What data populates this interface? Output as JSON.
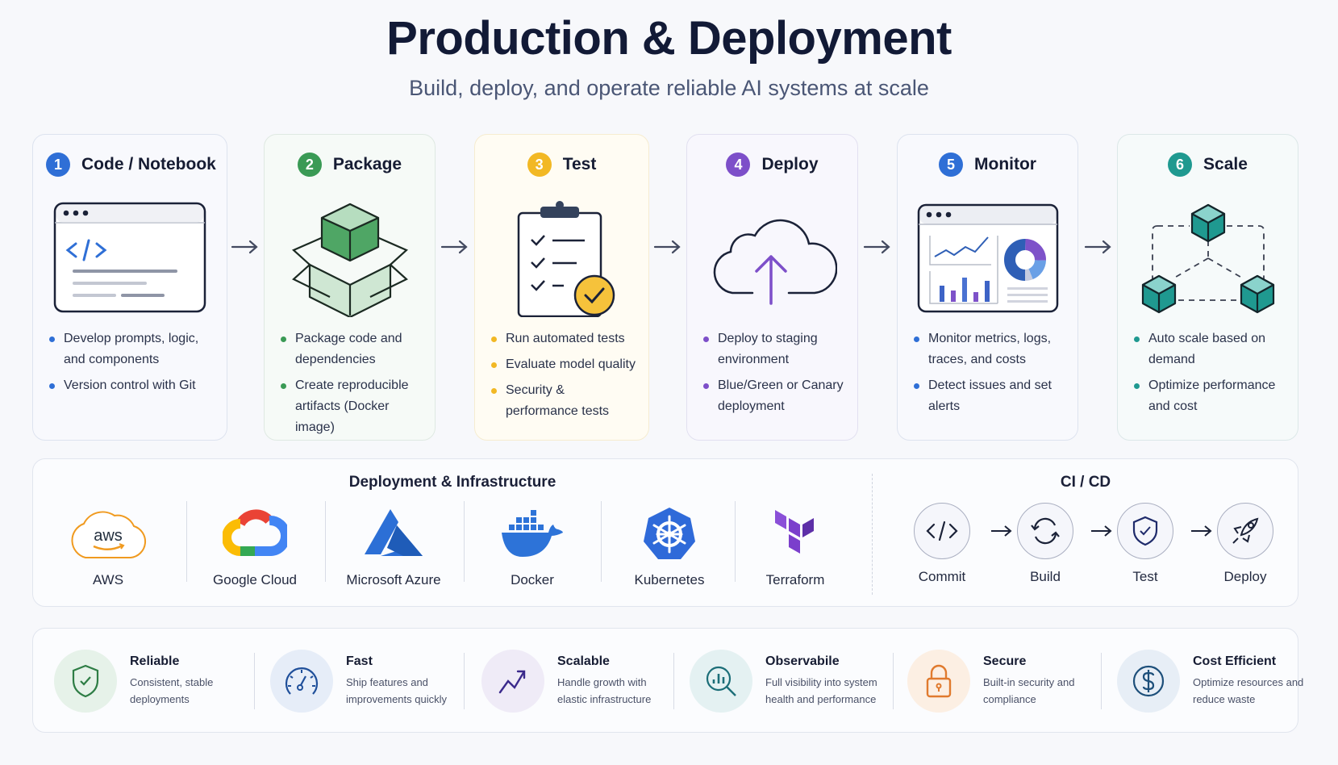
{
  "header": {
    "title": "Production & Deployment",
    "subtitle": "Build, deploy, and operate reliable AI systems at scale"
  },
  "stages": [
    {
      "number": "1",
      "title": "Code / Notebook",
      "icon": "code-editor-window-icon",
      "color": "#2f6fd6",
      "bullets": [
        "Develop prompts, logic,\nand components",
        "Version control with Git"
      ]
    },
    {
      "number": "2",
      "title": "Package",
      "icon": "package-box-icon",
      "color": "#3a9a55",
      "bullets": [
        "Package code and dependencies",
        "Create reproducible artifacts (Docker image)"
      ]
    },
    {
      "number": "3",
      "title": "Test",
      "icon": "clipboard-checklist-icon",
      "color": "#f2b824",
      "bullets": [
        "Run automated tests",
        "Evaluate model quality",
        "Security & performance tests"
      ]
    },
    {
      "number": "4",
      "title": "Deploy",
      "icon": "cloud-upload-icon",
      "color": "#7d4fc9",
      "bullets": [
        "Deploy to staging environment",
        "Blue/Green or Canary deployment"
      ]
    },
    {
      "number": "5",
      "title": "Monitor",
      "icon": "dashboard-charts-icon",
      "color": "#2f6fd6",
      "bullets": [
        "Monitor metrics, logs, traces, and costs",
        "Detect issues and set alerts"
      ]
    },
    {
      "number": "6",
      "title": "Scale",
      "icon": "scaling-cubes-icon",
      "color": "#1f9990",
      "bullets": [
        "Auto scale based on demand",
        "Optimize performance and cost"
      ]
    }
  ],
  "infrastructure": {
    "title": "Deployment & Infrastructure",
    "tools": [
      {
        "label": "AWS",
        "icon": "aws-logo-icon"
      },
      {
        "label": "Google Cloud",
        "icon": "google-cloud-logo-icon"
      },
      {
        "label": "Microsoft Azure",
        "icon": "azure-logo-icon"
      },
      {
        "label": "Docker",
        "icon": "docker-logo-icon"
      },
      {
        "label": "Kubernetes",
        "icon": "kubernetes-logo-icon"
      },
      {
        "label": "Terraform",
        "icon": "terraform-logo-icon"
      }
    ],
    "aws_text": "aws"
  },
  "cicd": {
    "title": "CI / CD",
    "steps": [
      {
        "label": "Commit",
        "icon": "code-brackets-icon"
      },
      {
        "label": "Build",
        "icon": "refresh-cycle-icon"
      },
      {
        "label": "Test",
        "icon": "shield-check-icon"
      },
      {
        "label": "Deploy",
        "icon": "rocket-icon"
      }
    ]
  },
  "benefits": [
    {
      "title": "Reliable",
      "desc": "Consistent, stable deployments",
      "icon": "shield-check-icon",
      "color": "#2e7d45",
      "bg": "#e6f2e9"
    },
    {
      "title": "Fast",
      "desc": "Ship features and improvements quickly",
      "icon": "speedometer-icon",
      "color": "#1f4f9a",
      "bg": "#e6edf8"
    },
    {
      "title": "Scalable",
      "desc": "Handle growth with elastic infrastructure",
      "icon": "trending-up-icon",
      "color": "#3b2a8c",
      "bg": "#efebf7"
    },
    {
      "title": "Observabile",
      "desc": "Full visibility into system health and performance",
      "icon": "search-analytics-icon",
      "color": "#1c6e78",
      "bg": "#e4f1f2"
    },
    {
      "title": "Secure",
      "desc": "Built-in security and compliance",
      "icon": "padlock-icon",
      "color": "#e07a2e",
      "bg": "#fcefe3"
    },
    {
      "title": "Cost Efficient",
      "desc": "Optimize resources and reduce waste",
      "icon": "dollar-coin-icon",
      "color": "#1d4f7a",
      "bg": "#e7eef6"
    }
  ]
}
